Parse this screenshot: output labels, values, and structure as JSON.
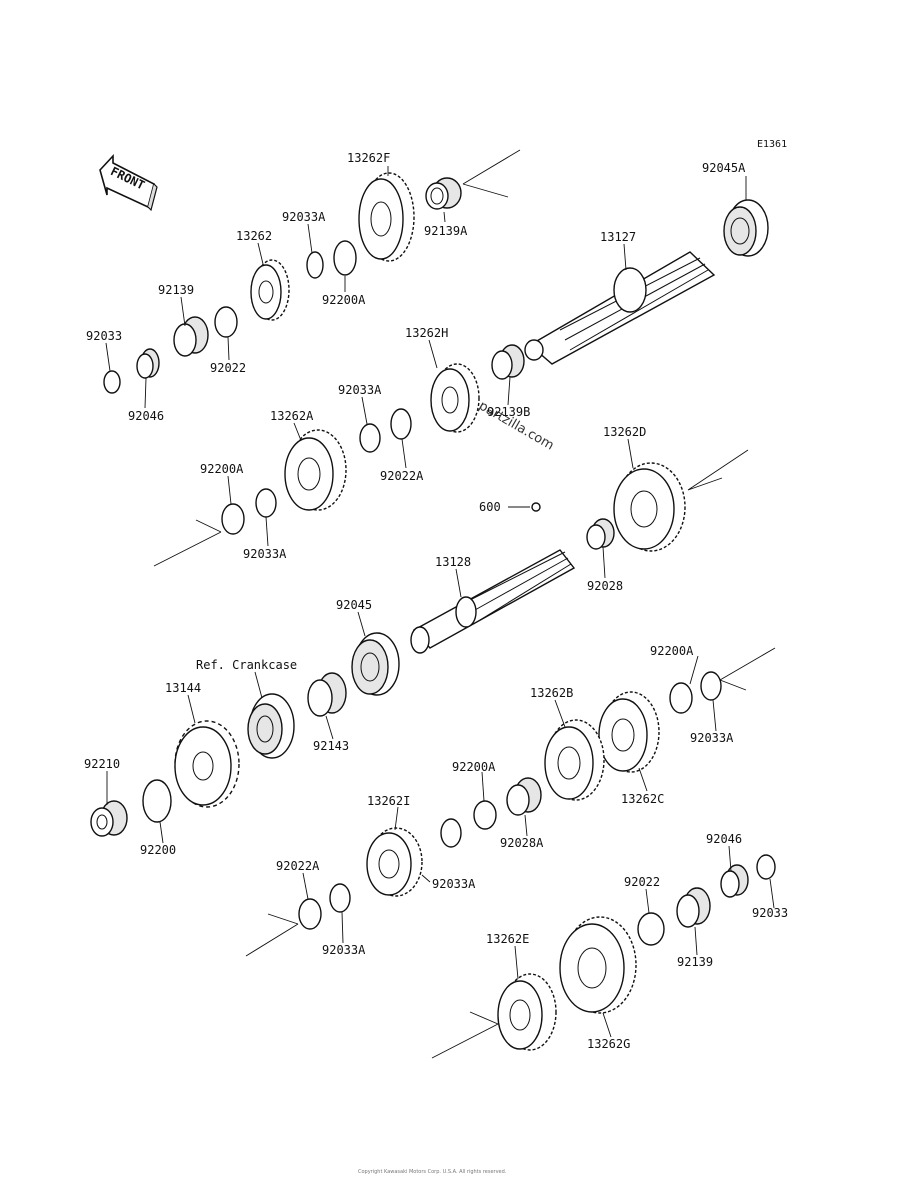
{
  "diagram_code": "E1361",
  "front_label": "FRONT",
  "watermark": "partzilla.com",
  "footer": "Copyright Kawasaki Motors Corp. U.S.A. All rights reserved.",
  "labels": {
    "p13262F": "13262F",
    "p92045A": "92045A",
    "p92033A_1": "92033A",
    "p13262": "13262",
    "p92139A": "92139A",
    "p13127": "13127",
    "p92139": "92139",
    "p92200A_1": "92200A",
    "p92033": "92033",
    "p92022": "92022",
    "p13262H": "13262H",
    "p92046": "92046",
    "p92033A_2": "92033A",
    "p92139B": "92139B",
    "p13262A": "13262A",
    "p13262D": "13262D",
    "p92022A_1": "92022A",
    "p92200A_2": "92200A",
    "p600": "600",
    "p92033A_3": "92033A",
    "p13128": "13128",
    "p92028": "92028",
    "p92045": "92045",
    "ref_crankcase": "Ref. Crankcase",
    "p92200A_3": "92200A",
    "p13144": "13144",
    "p13262B": "13262B",
    "p92143": "92143",
    "p92033A_4": "92033A",
    "p92210": "92210",
    "p92200A_4": "92200A",
    "p13262C": "13262C",
    "p13262I": "13262I",
    "p92200": "92200",
    "p92028A": "92028A",
    "p92046_2": "92046",
    "p92033A_5": "92033A",
    "p92022A_2": "92022A",
    "p92022_2": "92022",
    "p92033_2": "92033",
    "p92033A_6": "92033A",
    "p92139_2": "92139",
    "p13262E": "13262E",
    "p13262G": "13262G"
  }
}
